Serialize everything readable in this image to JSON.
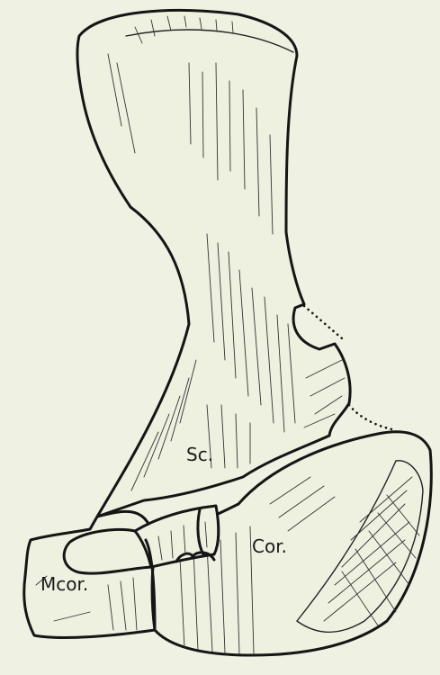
{
  "labels": {
    "scapula": "Sc.",
    "coracoid": "Cor.",
    "metacoracoid": "Mcor."
  }
}
